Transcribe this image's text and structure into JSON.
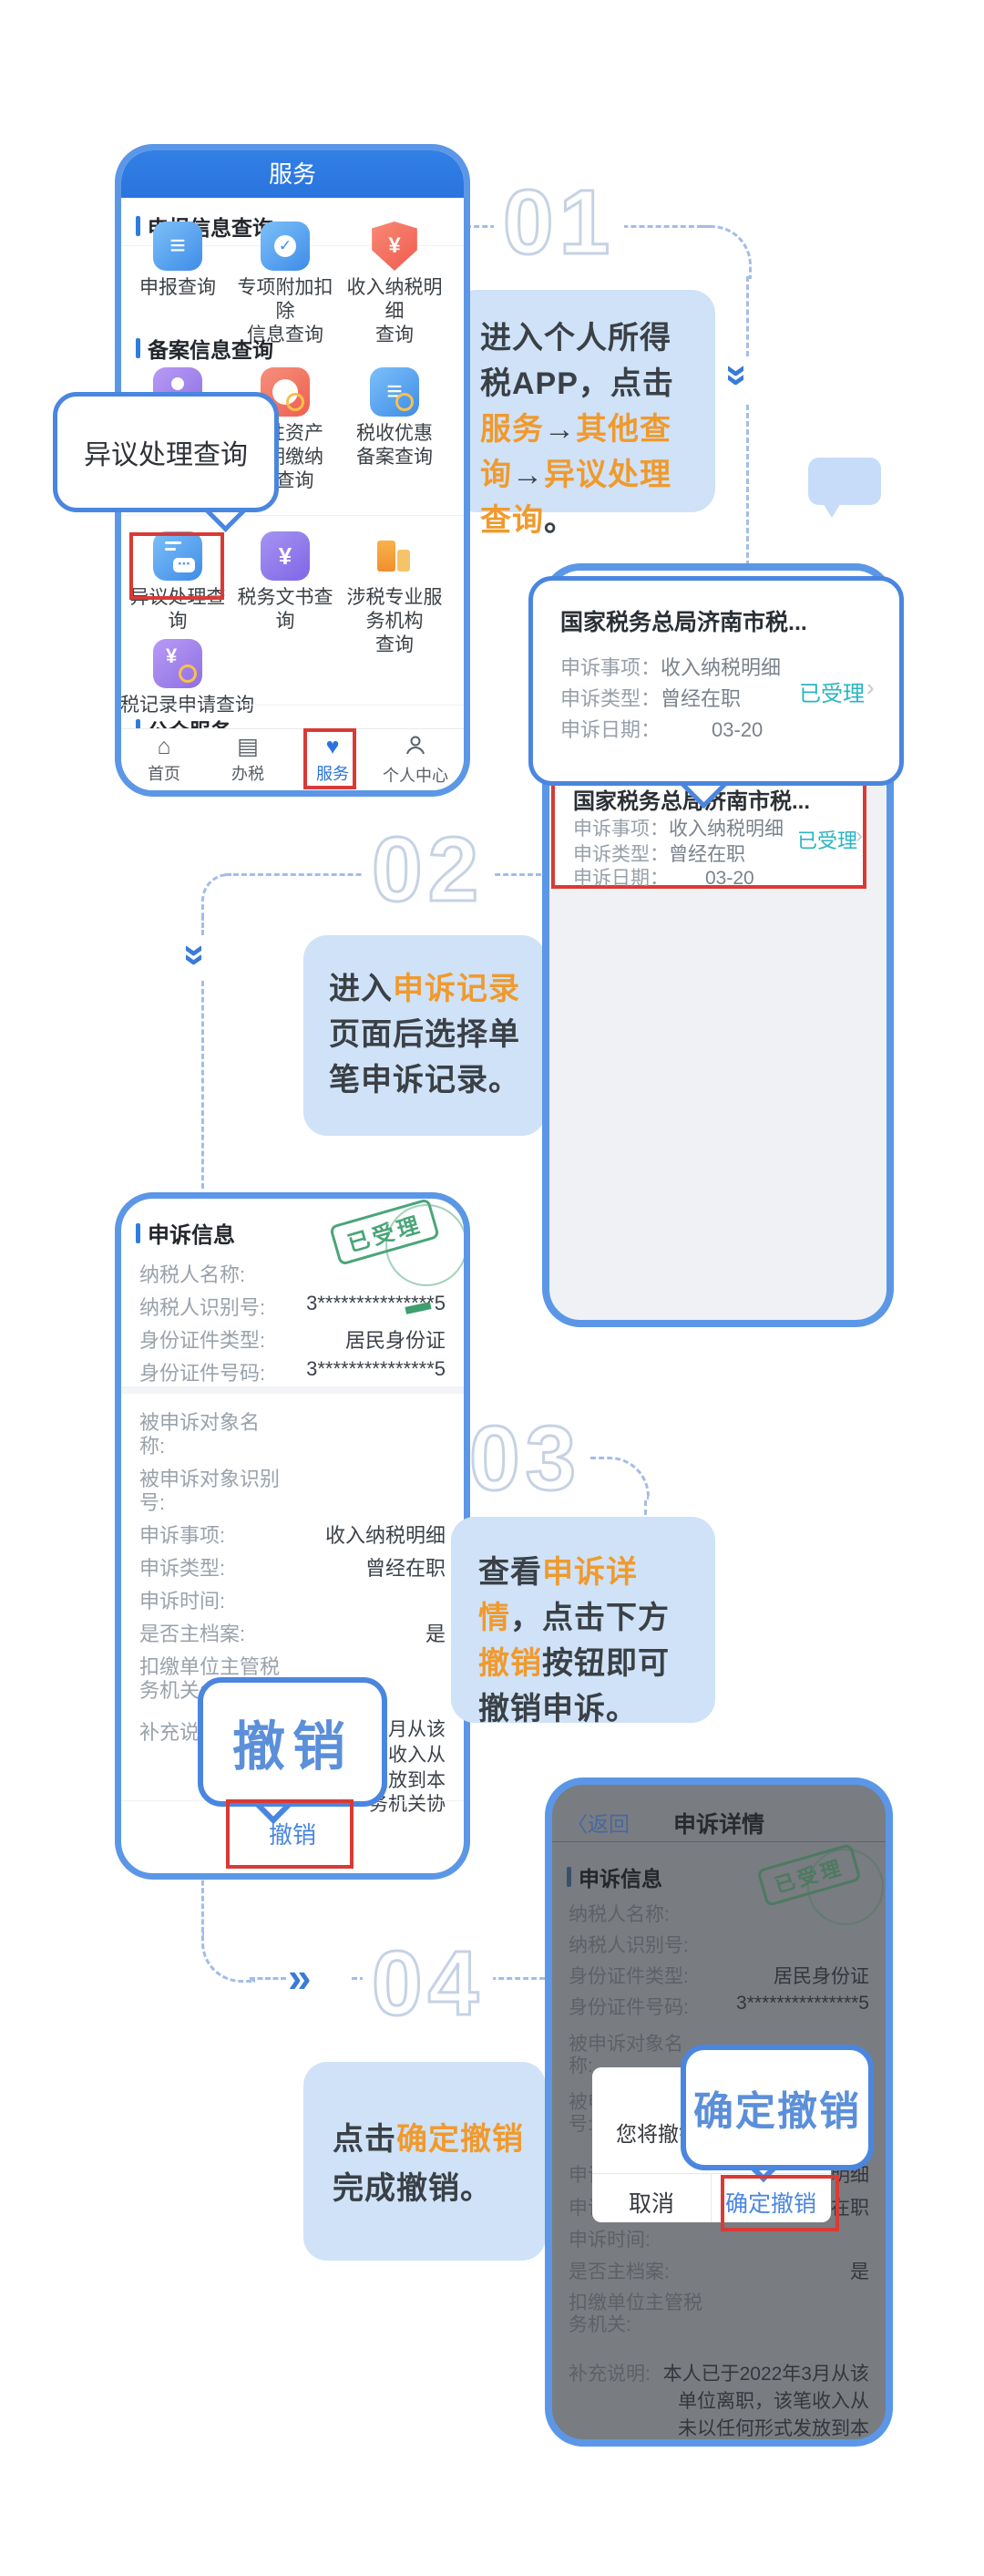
{
  "colors": {
    "accent_blue": "#2a74dd",
    "phone_border": "#5b97e6",
    "step_box": "#cfe2f7",
    "orange": "#f09a2e",
    "red_box": "#d93a35",
    "status_teal": "#2ab4c2",
    "stamp_green": "#4aa578",
    "dim_overlay": "#797c81",
    "link_blue": "#4a86e0"
  },
  "steps": {
    "s1": {
      "num": "01",
      "segments": [
        {
          "t": "进入个人所得税APP，点击",
          "c": "d"
        },
        {
          "t": "服务",
          "c": "o"
        },
        {
          "t": "→",
          "c": "d"
        },
        {
          "t": "其他查询",
          "c": "o"
        },
        {
          "t": "→",
          "c": "d"
        },
        {
          "t": "异议处理查询",
          "c": "o"
        },
        {
          "t": "。",
          "c": "d"
        }
      ]
    },
    "s2": {
      "num": "02",
      "segments": [
        {
          "t": "进入",
          "c": "d"
        },
        {
          "t": "申诉记录",
          "c": "o"
        },
        {
          "t": "页面后选择单笔申诉记录。",
          "c": "d"
        }
      ]
    },
    "s3": {
      "num": "03",
      "segments": [
        {
          "t": "查看",
          "c": "d"
        },
        {
          "t": "申诉详情",
          "c": "o"
        },
        {
          "t": "，点击下方",
          "c": "d"
        },
        {
          "t": "撤销",
          "c": "o"
        },
        {
          "t": "按钮即可撤销申诉。",
          "c": "d"
        }
      ]
    },
    "s4": {
      "num": "04",
      "segments": [
        {
          "t": "点击",
          "c": "d"
        },
        {
          "t": "确定撤销",
          "c": "o"
        },
        {
          "t": "完成撤销。",
          "c": "d"
        }
      ]
    }
  },
  "callout_menu": {
    "label": "异议处理查询"
  },
  "callout_revoke": {
    "label": "撤销"
  },
  "callout_confirm": {
    "label": "确定撤销"
  },
  "phone_service": {
    "header": "服务",
    "sec1": "申报信息查询",
    "sec2": "备案信息查询",
    "sec3": "公众服务",
    "items": {
      "r1a": "申报查询",
      "r1b1": "专项附加扣除",
      "r1b2": "信息查询",
      "r1c1": "收入纳税明细",
      "r1c2": "查询",
      "r2b1": "币性资产",
      "r2b2": "分期缴纳",
      "r2b3": "案查询",
      "r2c1": "税收优惠",
      "r2c2": "备案查询",
      "r3a": "异议处理查询",
      "r3b": "税务文书查询",
      "r3c1": "涉税专业服务机构",
      "r3c2": "查询",
      "r4a": "纳税记录申请查询",
      "yuan": "¥",
      "check": "✓",
      "lines": "≡",
      "dots": "⋯"
    },
    "tabs": {
      "home": "首页",
      "tax": "办税",
      "service": "服务",
      "me": "个人中心",
      "home_icon": "⌂",
      "tax_icon": "▤",
      "service_icon": "♥"
    }
  },
  "record": {
    "title": "国家税务总局济南市税...",
    "f1l": "申诉事项：",
    "f1v": "收入纳税明细",
    "f2l": "申诉类型：",
    "f2v": "曾经在职",
    "f3l": "申诉日期：",
    "f3v": "03-20",
    "status": "已受理",
    "chev": "›"
  },
  "detail": {
    "section": "申诉信息",
    "stamp": "已受理",
    "l_name": "纳税人名称:",
    "l_tin": "纳税人识别号:",
    "v_tin": "3***************5",
    "l_idtype": "身份证件类型:",
    "v_idtype": "居民身份证",
    "l_idno": "身份证件号码:",
    "v_idno": "3***************5",
    "l_obj1a": "被申诉对象名",
    "l_obj1b": "称:",
    "l_obj2a": "被申诉对象识别",
    "l_obj2b": "号:",
    "l_item": "申诉事项:",
    "v_item": "收入纳税明细",
    "l_type": "申诉类型:",
    "v_type": "曾经在职",
    "l_time": "申诉时间:",
    "l_main": "是否主档案:",
    "v_main": "是",
    "l_org1": "扣缴单位主管税",
    "l_org2": "务机关:",
    "l_note": "补充说明:",
    "note1": "本人已于2022年3月从该",
    "note2": "单位离职，该笔收入从",
    "note3": "未以任何形式发放到本",
    "note4": "务机关协",
    "revoke": "撤销"
  },
  "detail2": {
    "back": "〈返回",
    "title": "申诉详情"
  },
  "dialog": {
    "message": "您将撤销",
    "cancel": "取消",
    "confirm": "确定撤销"
  }
}
